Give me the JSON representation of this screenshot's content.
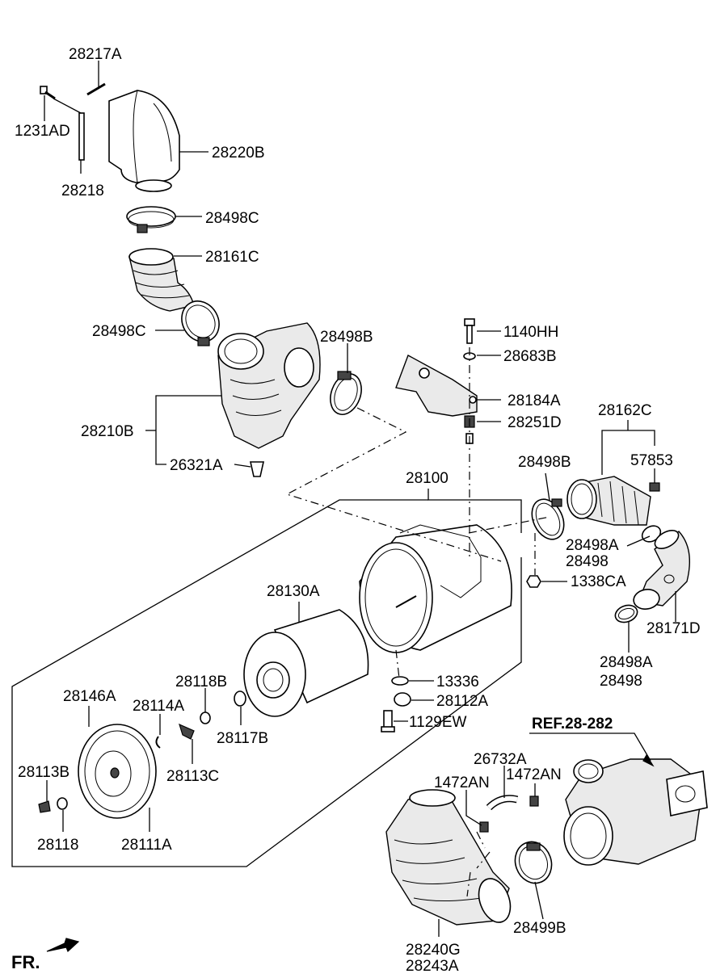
{
  "labels": {
    "p28217A": "28217A",
    "p1231AD": "1231AD",
    "p28220B": "28220B",
    "p28218": "28218",
    "p28498C_top": "28498C",
    "p28161C": "28161C",
    "p28498C_mid": "28498C",
    "p28498B_top": "28498B",
    "p1140HH": "1140HH",
    "p28683B": "28683B",
    "p28184A": "28184A",
    "p28251D": "28251D",
    "p28210B": "28210B",
    "p26321A": "26321A",
    "p28162C": "28162C",
    "p57853": "57853",
    "p28100": "28100",
    "p28498B_right": "28498B",
    "p28498A_1": "28498A",
    "p28498_1": "28498",
    "p1338CA": "1338CA",
    "p28130A": "28130A",
    "p28171D": "28171D",
    "p28498A_2": "28498A",
    "p28498_2": "28498",
    "p28118B": "28118B",
    "p13336": "13336",
    "p28146A": "28146A",
    "p28114A": "28114A",
    "p28112A": "28112A",
    "p28117B": "28117B",
    "p1129EW": "1129EW",
    "p28113B": "28113B",
    "p28113C": "28113C",
    "p28118": "28118",
    "p28111A": "28111A",
    "pREF": "REF.28-282",
    "p26732A": "26732A",
    "p1472AN_1": "1472AN",
    "p1472AN_2": "1472AN",
    "p28499B": "28499B",
    "p28240G": "28240G",
    "p28243A": "28243A",
    "fr": "FR."
  }
}
